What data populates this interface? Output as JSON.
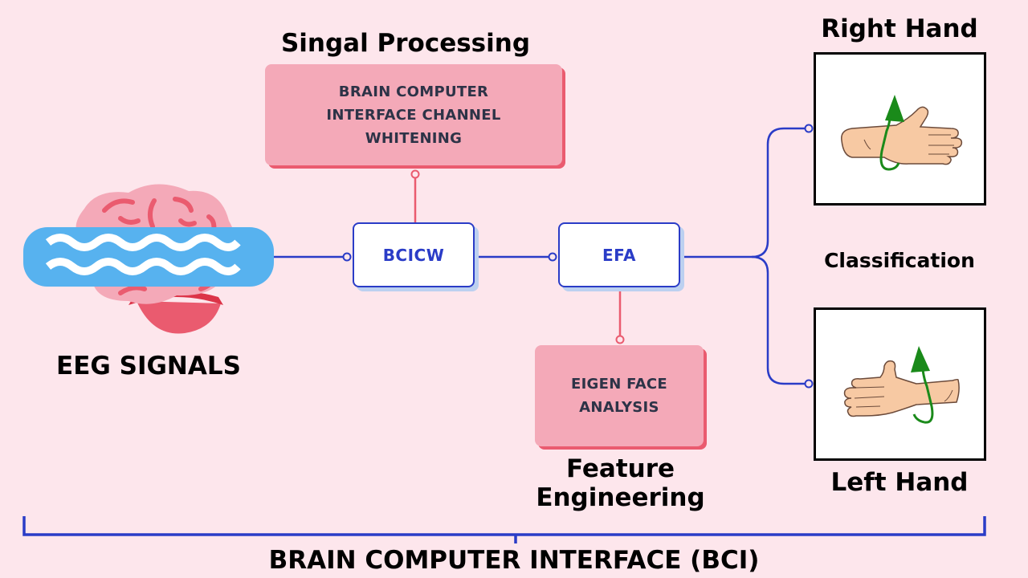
{
  "diagram": {
    "title": "BRAIN COMPUTER INTERFACE (BCI)",
    "input": {
      "label": "EEG SIGNALS",
      "icon": "brain-with-waves-icon"
    },
    "signal_processing": {
      "heading": "Singal Processing",
      "description": "BRAIN COMPUTER INTERFACE CHANNEL WHITENING",
      "description_lines": [
        "BRAIN COMPUTER",
        "INTERFACE CHANNEL",
        "WHITENING"
      ],
      "node_label": "BCICW"
    },
    "feature_engineering": {
      "heading_lines": [
        "Feature",
        "Engineering"
      ],
      "description_lines": [
        "EIGEN FACE",
        "ANALYSIS"
      ],
      "node_label": "EFA"
    },
    "classification": {
      "heading": "Classification",
      "outputs": [
        {
          "label": "Right Hand",
          "icon": "right-hand-rotation-icon"
        },
        {
          "label": "Left Hand",
          "icon": "left-hand-rotation-icon"
        }
      ]
    },
    "colors": {
      "background": "#fde6ec",
      "flow_line": "#2a3cc7",
      "branch_line": "#ea5b6f",
      "pink_box": "#f4a9b8",
      "wave_band": "#57b2ef",
      "arrow": "#1a8a1a"
    }
  }
}
